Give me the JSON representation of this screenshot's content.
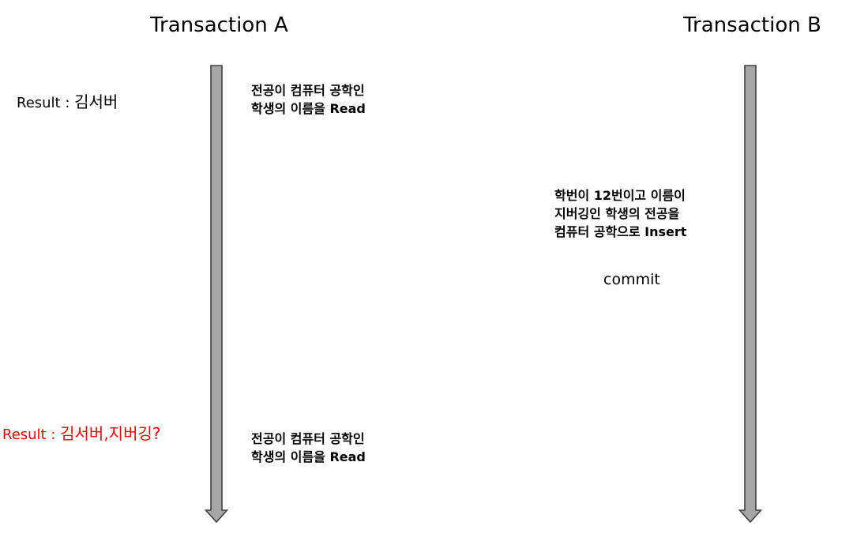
{
  "transaction_a": {
    "title": "Transaction A",
    "read_1": {
      "line1": "전공이 컴퓨터 공학인",
      "line2": "학생의 이름을 Read"
    },
    "read_2": {
      "line1": "전공이 컴퓨터 공학인",
      "line2": "학생의 이름을 Read"
    },
    "result_1": {
      "label": "Result : ",
      "value": "김서버",
      "color": "#000000"
    },
    "result_2": {
      "label": "Result : ",
      "value": "김서버,지버깅?",
      "color": "#ff0000"
    }
  },
  "transaction_b": {
    "title": "Transaction B",
    "insert": {
      "line1": "학번이 12번이고 이름이",
      "line2": "지버깅인 학생의 전공을",
      "line3": "컴퓨터 공학으로 Insert"
    },
    "commit": "commit"
  },
  "colors": {
    "arrow_fill": "#a6a6a6",
    "arrow_stroke": "#404040",
    "result_highlight": "#ff0000"
  }
}
